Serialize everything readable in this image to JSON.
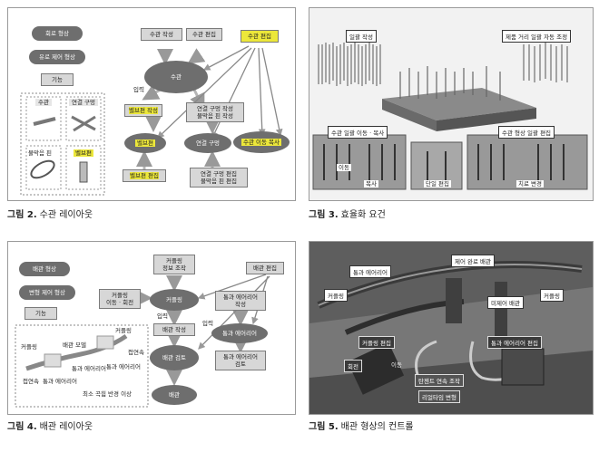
{
  "fig2": {
    "caption_num": "그림 2.",
    "caption_text": "수관 레이아웃",
    "left": {
      "pill1": "회로 형상",
      "pill2": "유로 제어 형상",
      "func": "기능"
    },
    "parts": {
      "p1": "수관",
      "p2": "연결 구멍",
      "p3": "물막음 핀",
      "p4": "벨브편"
    },
    "top": {
      "b1": "수관 작성",
      "b2": "수관 편집",
      "b3": "수관 편집"
    },
    "center": "수관",
    "input1": "입력",
    "mid": {
      "b1": "벨브편 작성",
      "b2": "연결 구멍 작성\n물막음 핀 작성"
    },
    "ovals": {
      "o1": "벨브편",
      "o2": "연결 구멍",
      "o3": "수관 이동 복사"
    },
    "bottom": {
      "b1": "벨브편 편집",
      "b2": "연결 구멍 편집\n물막음 핀 편집"
    }
  },
  "fig3": {
    "caption_num": "그림 3.",
    "caption_text": "효율화 요건",
    "labels": {
      "l1": "일괄 작성",
      "l2": "제품 거리 일괄 자동 조정",
      "l3": "수관 일괄 이동 · 복사",
      "l4": "수관 형상 일괄 편집",
      "l5": "이동",
      "l6": "복사",
      "l7": "단일 편집",
      "l8": "치료 변경"
    }
  },
  "fig4": {
    "caption_num": "그림 4.",
    "caption_text": "배관 레이아웃",
    "left": {
      "pill1": "배관 형상",
      "pill2": "변형 제어 형상",
      "func": "기능"
    },
    "boxes": {
      "b1": "커플링\n정보 조작",
      "b2": "배관 편집",
      "b3": "커플링\n이동 · 회전",
      "b4": "통과 에어리어\n작성",
      "b5": "배관 작성",
      "b6": "통과 에어리어\n검토"
    },
    "ovals": {
      "o1": "커플링",
      "o2": "통과 에어리어",
      "o3": "배관 검토",
      "o4": "배관"
    },
    "inputs": {
      "i1": "입력",
      "i2": "입력"
    },
    "detail": {
      "d1": "커플링",
      "d2": "커플링",
      "d3": "배관 모델",
      "d4": "접연속",
      "d5": "통과 에어리어",
      "d6": "접연속",
      "d7": "통과 에어리어",
      "d8": "통과 에어리어",
      "d9": "최소 곡힘 반경 이상"
    }
  },
  "fig5": {
    "caption_num": "그림 5.",
    "caption_text": "배관 형상의 컨트롤",
    "labels": {
      "l1": "제어 완료 배관",
      "l2": "통과 에어리어",
      "l3": "커플링",
      "l4": "미제어 배관",
      "l5": "커플링",
      "l6": "커플링 편집",
      "l7": "통과 에어리어 편집",
      "l8": "회전",
      "l9": "이동",
      "l10": "탄젠트 연속 조작",
      "l11": "리얼타임 변형"
    }
  }
}
